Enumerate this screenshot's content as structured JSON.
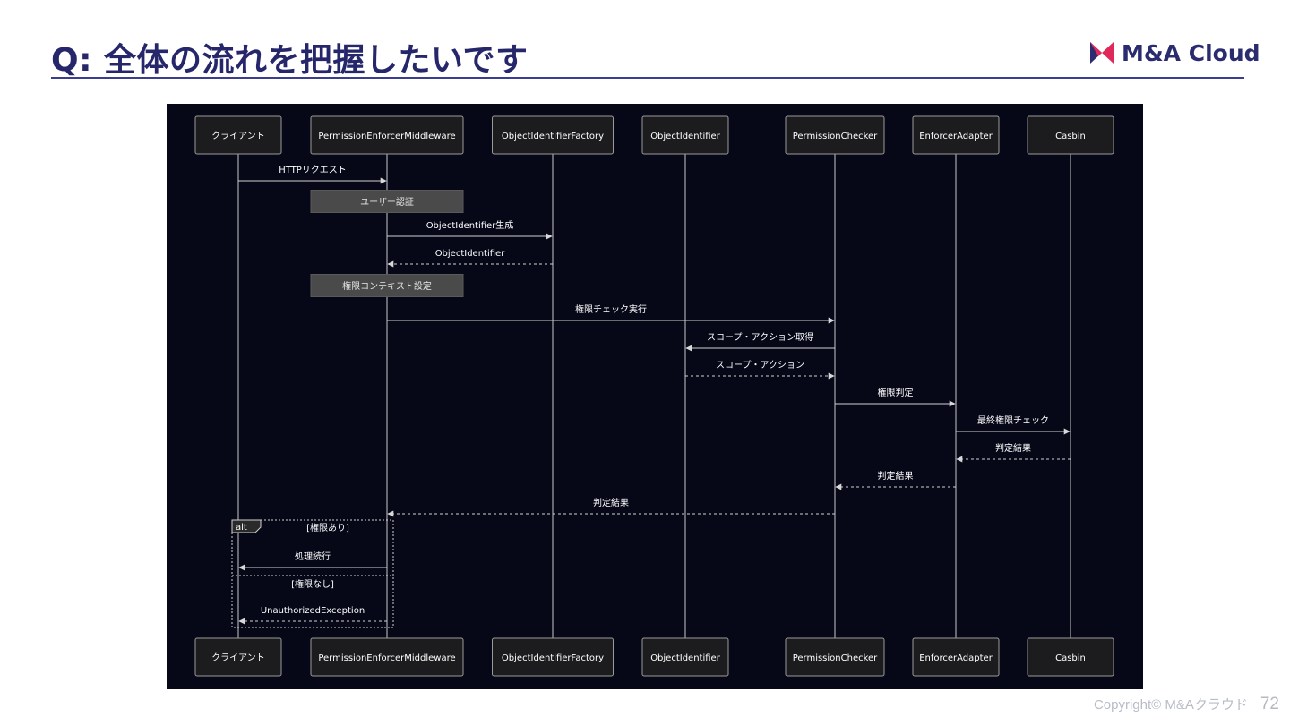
{
  "slide": {
    "title": "Q: 全体の流れを把握したいです",
    "logo_text": "M&A Cloud",
    "copyright": "Copyright© M&Aクラウド",
    "page_number": "72",
    "brand_colors": {
      "logo_red": "#e0285a",
      "logo_navy": "#2b2c70",
      "title": "#26276b"
    }
  },
  "diagram": {
    "participants": [
      "クライアント",
      "PermissionEnforcerMiddleware",
      "ObjectIdentifierFactory",
      "ObjectIdentifier",
      "PermissionChecker",
      "EnforcerAdapter",
      "Casbin"
    ],
    "steps": [
      {
        "type": "message",
        "from": 0,
        "to": 1,
        "label": "HTTPリクエスト",
        "style": "solid"
      },
      {
        "type": "note",
        "over": 1,
        "label": "ユーザー認証"
      },
      {
        "type": "message",
        "from": 1,
        "to": 2,
        "label": "ObjectIdentifier生成",
        "style": "solid"
      },
      {
        "type": "message",
        "from": 2,
        "to": 1,
        "label": "ObjectIdentifier",
        "style": "dashed"
      },
      {
        "type": "note",
        "over": 1,
        "label": "権限コンテキスト設定"
      },
      {
        "type": "message",
        "from": 1,
        "to": 4,
        "label": "権限チェック実行",
        "style": "solid"
      },
      {
        "type": "message",
        "from": 4,
        "to": 3,
        "label": "スコープ・アクション取得",
        "style": "solid"
      },
      {
        "type": "message",
        "from": 3,
        "to": 4,
        "label": "スコープ・アクション",
        "style": "dashed"
      },
      {
        "type": "message",
        "from": 4,
        "to": 5,
        "label": "権限判定",
        "style": "solid"
      },
      {
        "type": "message",
        "from": 5,
        "to": 6,
        "label": "最終権限チェック",
        "style": "solid"
      },
      {
        "type": "message",
        "from": 6,
        "to": 5,
        "label": "判定結果",
        "style": "dashed"
      },
      {
        "type": "message",
        "from": 5,
        "to": 4,
        "label": "判定結果",
        "style": "dashed"
      },
      {
        "type": "message",
        "from": 4,
        "to": 1,
        "label": "判定結果",
        "style": "dashed"
      },
      {
        "type": "message",
        "from": 1,
        "to": 0,
        "label": "処理続行",
        "style": "solid"
      },
      {
        "type": "message",
        "from": 1,
        "to": 0,
        "label": "UnauthorizedException",
        "style": "dashed"
      }
    ],
    "alt": {
      "keyword": "alt",
      "conditions": [
        "[権限あり]",
        "[権限なし]"
      ]
    },
    "colors": {
      "background": "#060818",
      "box_fill": "#1c1c1e",
      "note_fill": "#4a4a4a",
      "line": "#d0d0d0",
      "text": "#ffffff"
    }
  }
}
